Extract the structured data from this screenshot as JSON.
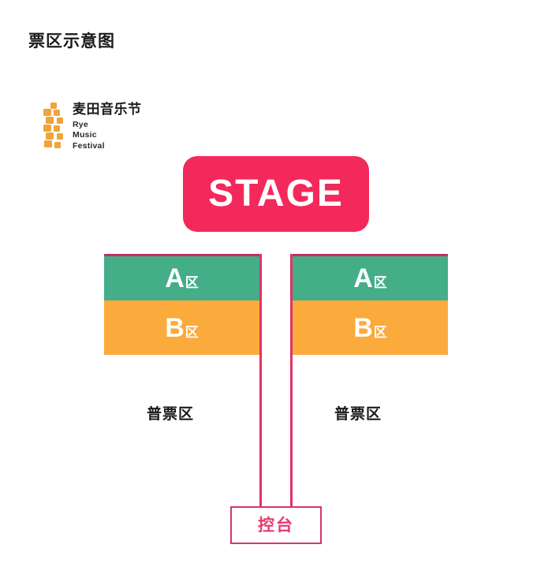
{
  "page": {
    "title": "票区示意图"
  },
  "logo": {
    "mark_icon": "wheat-stalk-icon",
    "mark_color": "#F0A43A",
    "name_cn": "麦田音乐节",
    "name_en_line1": "Rye",
    "name_en_line2": "Music",
    "name_en_line3": "Festival"
  },
  "venue": {
    "stage": {
      "label": "STAGE",
      "color": "#F4295B",
      "text_color": "#FFFFFF"
    },
    "seating_blocks": [
      {
        "side": "left",
        "zones": [
          {
            "letter": "A",
            "suffix": "区",
            "color": "#43AE88"
          },
          {
            "letter": "B",
            "suffix": "区",
            "color": "#FBAA3C"
          }
        ],
        "caption": "普票区"
      },
      {
        "side": "right",
        "zones": [
          {
            "letter": "A",
            "suffix": "区",
            "color": "#43AE88"
          },
          {
            "letter": "B",
            "suffix": "区",
            "color": "#FBAA3C"
          }
        ],
        "caption": "普票区"
      }
    ],
    "aisle": {
      "color": "#E03368"
    },
    "control_booth": {
      "label": "控台",
      "border_color": "#D8356B",
      "text_color": "#E83A6E"
    }
  }
}
